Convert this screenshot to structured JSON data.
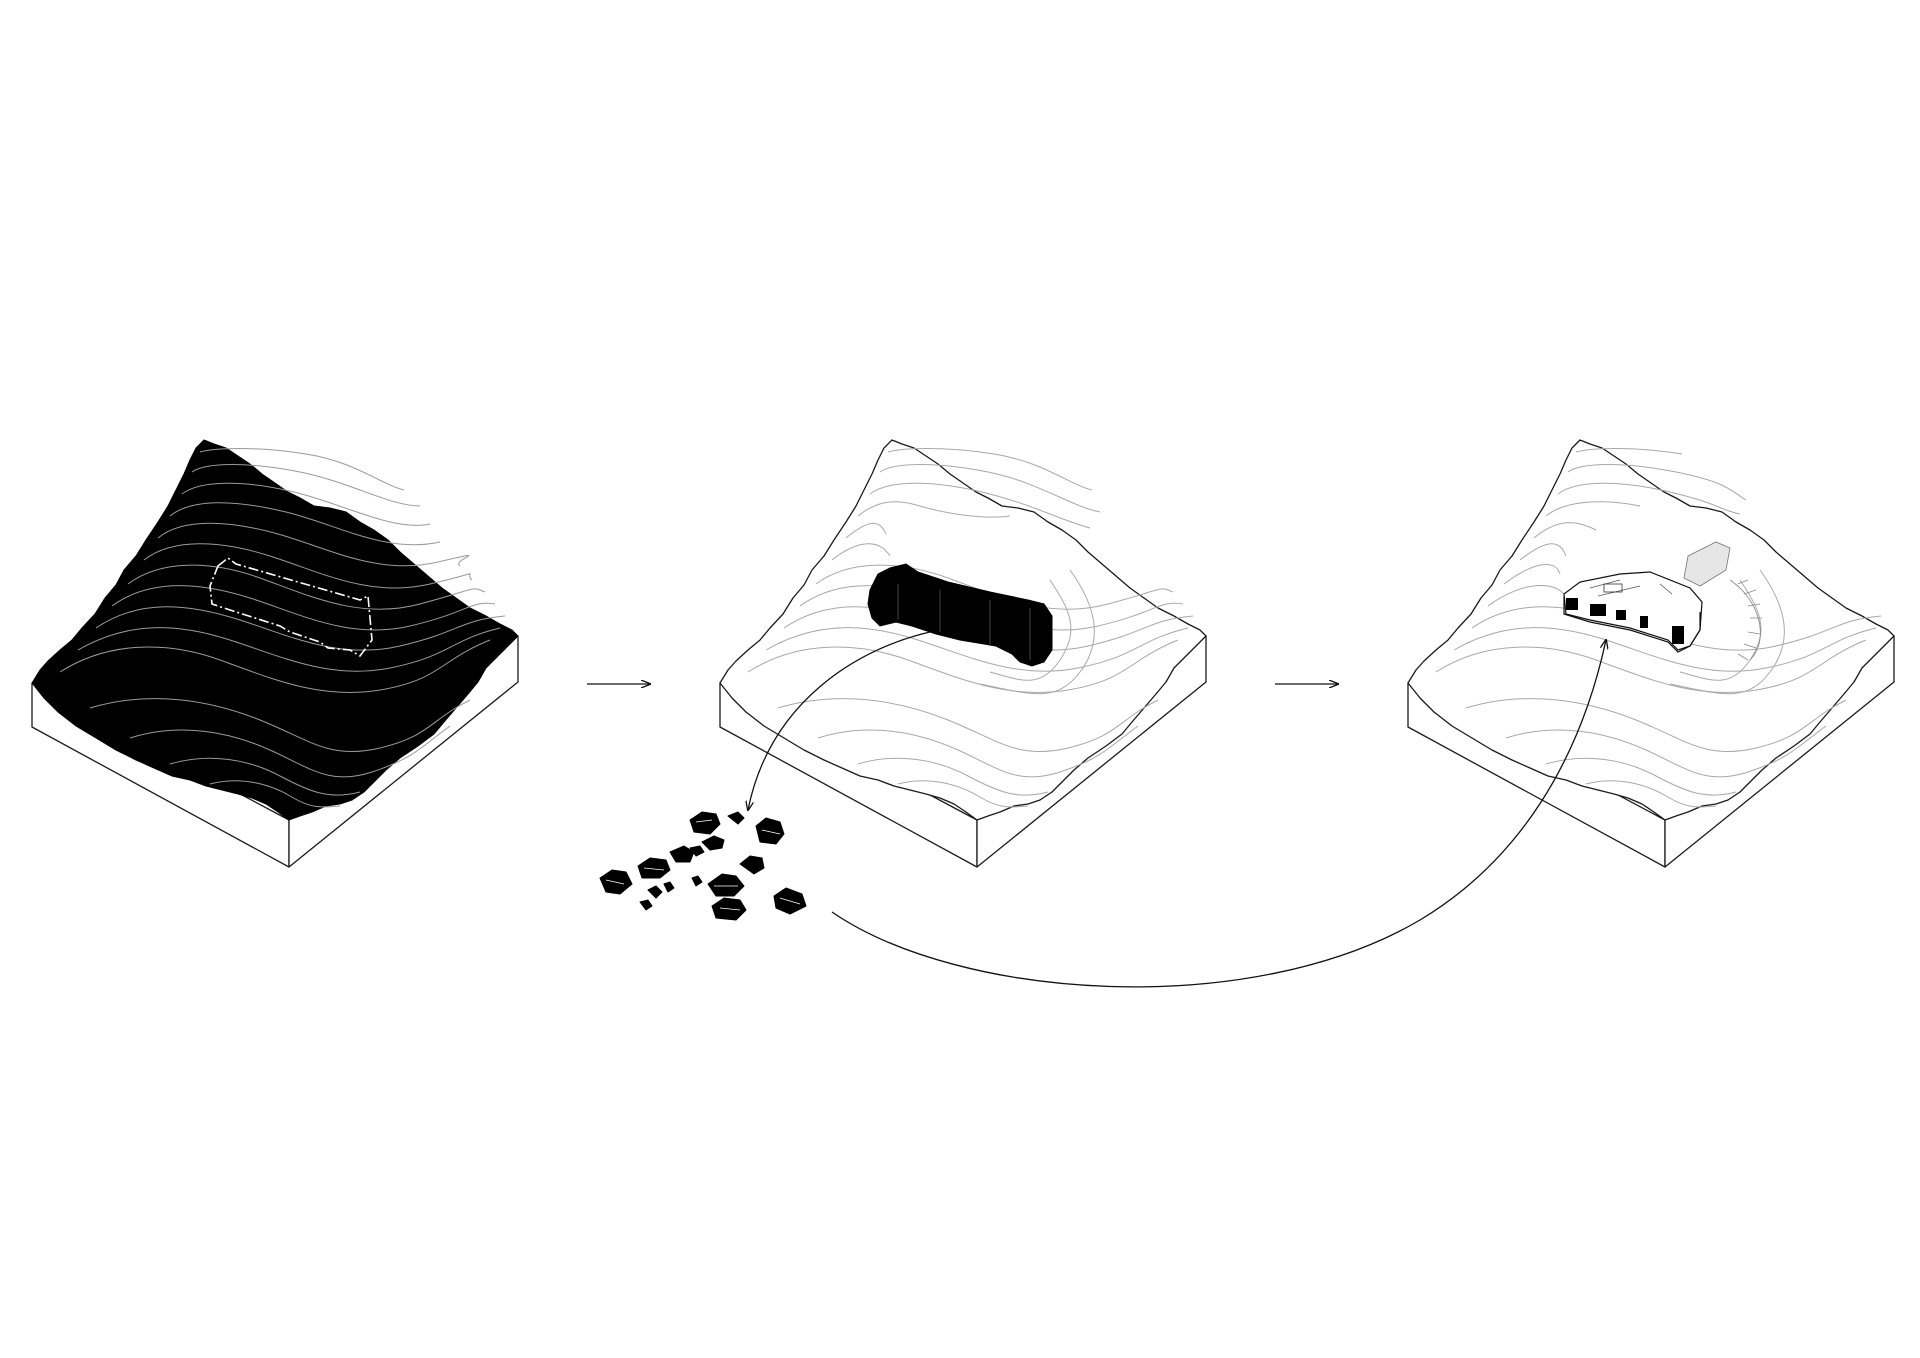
{
  "diagram": {
    "description_free": true,
    "stages": [
      {
        "name": "existing-terrain",
        "style": "dark"
      },
      {
        "name": "excavated-terrain",
        "style": "light"
      },
      {
        "name": "terrain-with-building",
        "style": "light"
      }
    ],
    "colors": {
      "ink": "#000000",
      "paper": "#ffffff",
      "contour_on_dark": "#9a9a9a",
      "contour_on_light": "#a8a8a8"
    },
    "icons": [
      "arrow-right-icon",
      "arrow-right-icon",
      "curved-arrow-icon",
      "curved-arrow-icon"
    ]
  }
}
